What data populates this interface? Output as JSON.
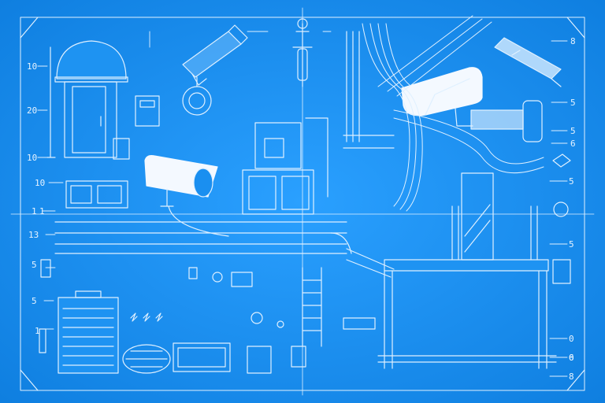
{
  "labels": [
    "10",
    "20",
    "10",
    "10",
    "1",
    "1",
    "13",
    "5",
    "5",
    "1",
    "8",
    "5",
    "5",
    "6",
    "5",
    "5",
    "0",
    "0",
    "8",
    "6"
  ],
  "colors": {
    "paper": "#1a8ff0",
    "ink": "#dff0ff"
  }
}
